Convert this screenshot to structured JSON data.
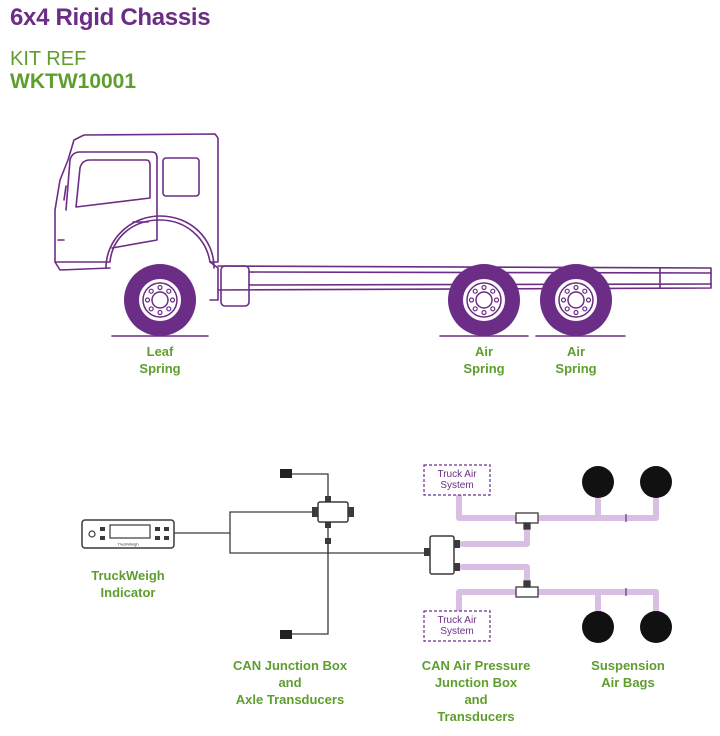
{
  "header": {
    "title": "6x4 Rigid Chassis",
    "kit_ref_label": "KIT REF",
    "kit_ref_code": "WKTW10001"
  },
  "truck": {
    "labels": {
      "leaf_spring": [
        "Leaf",
        "Spring"
      ],
      "air_spring_1": [
        "Air",
        "Spring"
      ],
      "air_spring_2": [
        "Air",
        "Spring"
      ]
    }
  },
  "system": {
    "indicator_brand": "TruckWeigh",
    "truck_air_system_top": [
      "Truck Air",
      "System"
    ],
    "truck_air_system_bottom": [
      "Truck Air",
      "System"
    ],
    "labels": {
      "indicator": [
        "TruckWeigh",
        "Indicator"
      ],
      "can_junction": [
        "CAN Junction Box",
        "and",
        "Axle Transducers"
      ],
      "can_air_pressure": [
        "CAN Air Pressure",
        "Junction Box",
        "and",
        "Transducers"
      ],
      "suspension": [
        "Suspension",
        "Air Bags"
      ]
    }
  },
  "colors": {
    "purple": "#6b2d86",
    "green": "#5e9e2e",
    "tube": "#d8bfe3",
    "line": "#3a3a3a"
  }
}
